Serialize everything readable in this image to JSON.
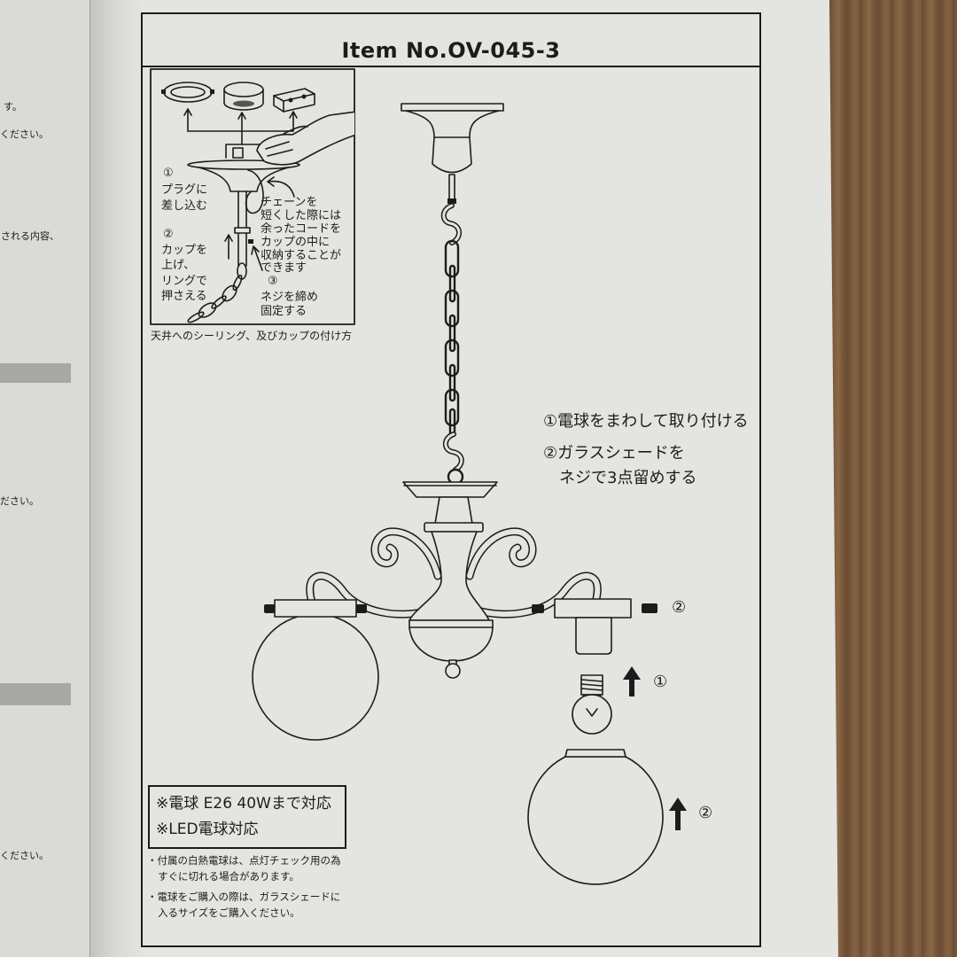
{
  "header": {
    "item_no": "Item No.OV-045-3"
  },
  "inset": {
    "step1": {
      "num": "①",
      "lines": [
        "プラグに",
        "差し込む"
      ]
    },
    "chain_note": [
      "チェーンを",
      "短くした際には",
      "余ったコードを",
      "カップの中に",
      "収納することが",
      "できます"
    ],
    "step2": {
      "num": "②",
      "lines": [
        "カップを",
        "上げ、",
        "リングで",
        "押さえる"
      ]
    },
    "step3": {
      "num": "③",
      "lines": [
        "ネジを締め",
        "固定する"
      ]
    },
    "caption": "天井へのシーリング、及びカップの付け方"
  },
  "instructions": [
    "①電球をまわして取り付ける",
    "②ガラスシェードを",
    "ネジで3点留めする"
  ],
  "diagram_markers": {
    "screw": "②",
    "bulb": "①",
    "glass_shade": "②"
  },
  "spec_box": [
    "※電球 E26 40Wまで対応",
    "※LED電球対応"
  ],
  "notes": [
    "・付属の白熱電球は、点灯チェック用の為",
    "すぐに切れる場合があります。",
    "・電球をご購入の際は、ガラスシェードに",
    "入るサイズをご購入ください。"
  ],
  "left_page": {
    "fragments": [
      "す。",
      "ください。",
      "される内容、",
      "ださい。",
      "ください。"
    ]
  },
  "colors": {
    "paper": "#e4e4e0",
    "ink": "#1c1c1c",
    "wood": "#74553a",
    "left_page": "#dadad6",
    "gray_band": "#a8a8a5"
  }
}
